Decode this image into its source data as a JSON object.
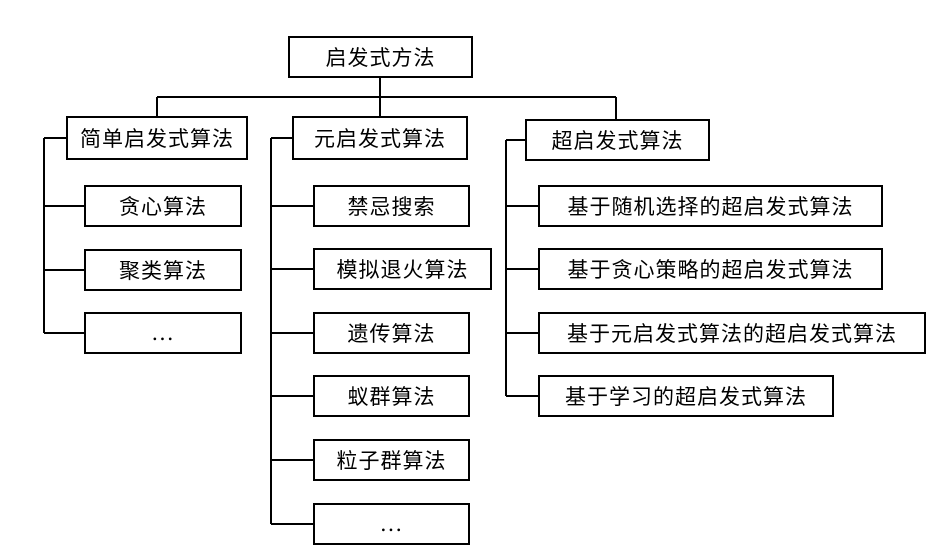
{
  "root": "启发式方法",
  "branches": [
    {
      "label": "简单启发式算法",
      "children": [
        "贪心算法",
        "聚类算法",
        "..."
      ]
    },
    {
      "label": "元启发式算法",
      "children": [
        "禁忌搜索",
        "模拟退火算法",
        "遗传算法",
        "蚁群算法",
        "粒子群算法",
        "..."
      ]
    },
    {
      "label": "超启发式算法",
      "children": [
        "基于随机选择的超启发式算法",
        "基于贪心策略的超启发式算法",
        "基于元启发式算法的超启发式算法",
        "基于学习的超启发式算法"
      ]
    }
  ]
}
